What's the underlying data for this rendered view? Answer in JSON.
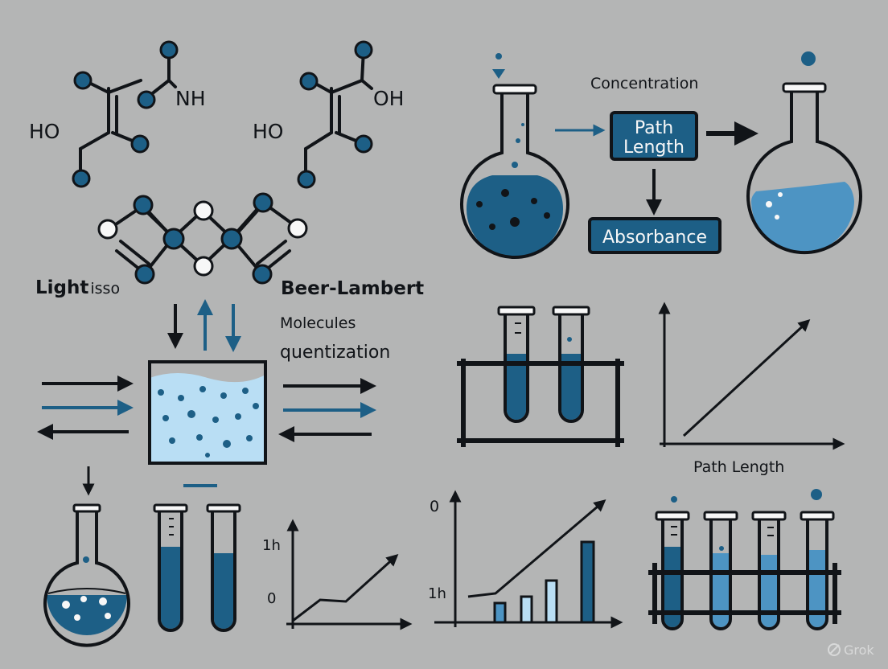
{
  "colors": {
    "background": "#b4b5b5",
    "ink": "#111418",
    "blue_dark": "#1d5f86",
    "blue_mid": "#4d94c3",
    "blue_light": "#b9def4",
    "white": "#f7f7f7"
  },
  "molecules": {
    "left_oh": "HO",
    "left_nh": "NH",
    "right_oh_left": "HO",
    "right_oh_right": "OH"
  },
  "labels": {
    "light": "Light",
    "light_suffix": "isso",
    "beer_lambert": "Beer-Lambert",
    "molecules": "Molecules",
    "quantization": "quentization"
  },
  "flow": {
    "concentration": "Concentration",
    "path_length_line1": "Path",
    "path_length_line2": "Length",
    "absorbance": "Absorbance"
  },
  "charts": {
    "line_chart_xlabel": "Path Length",
    "small_chart_y_top": "1h",
    "small_chart_y_bottom": "0",
    "bar_chart_y_top": "0",
    "bar_chart_y_mid": "1h"
  },
  "watermark": "Grok",
  "icons": [
    "arrow-icon",
    "flask-icon",
    "test-tube-icon",
    "beaker-icon",
    "molecule-icon",
    "grok-logo-icon"
  ]
}
